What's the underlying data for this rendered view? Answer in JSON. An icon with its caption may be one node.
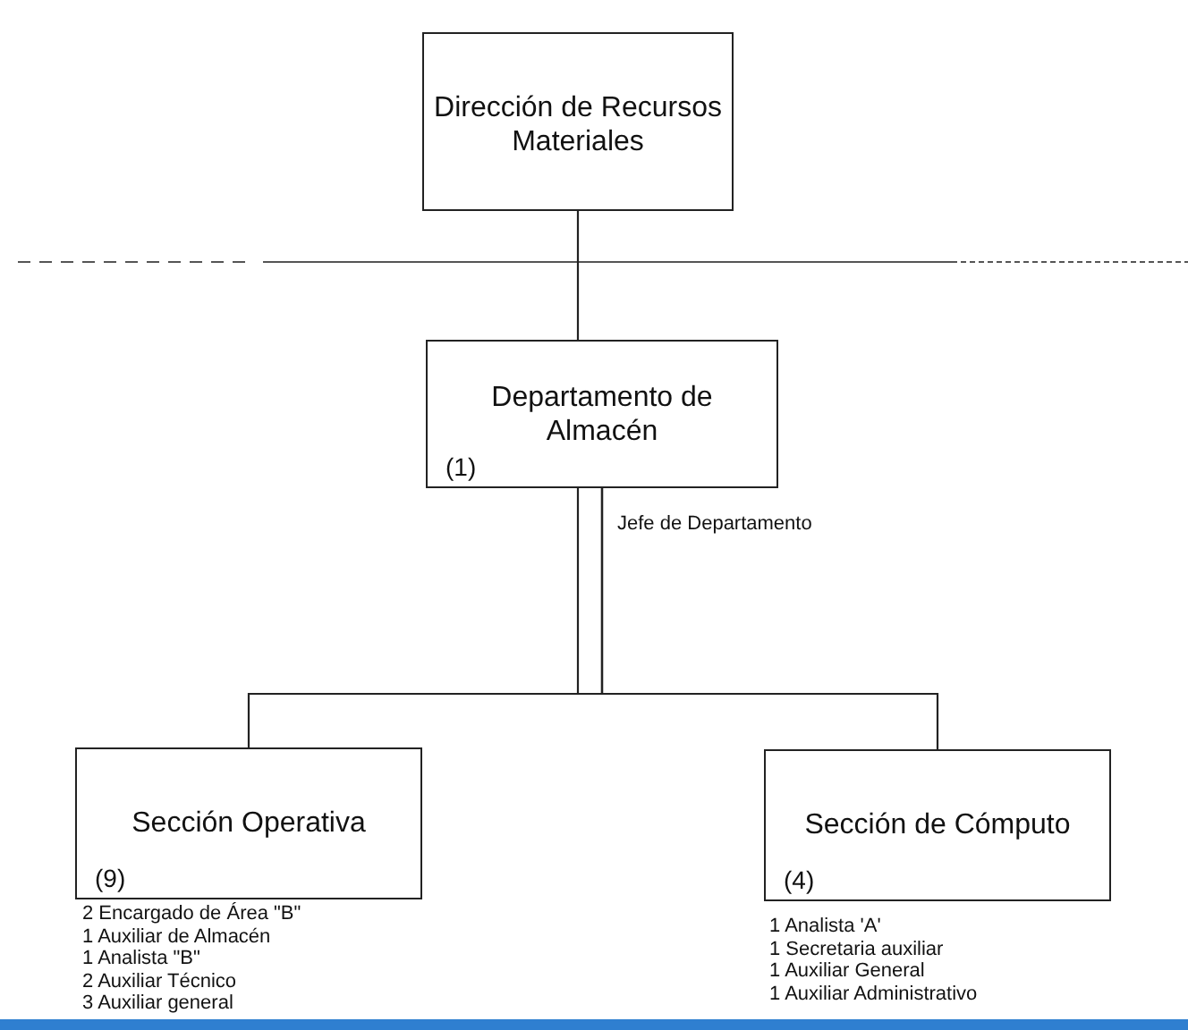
{
  "diagram": {
    "nodes": [
      {
        "text": [
          "Dirección de Recursos Materiales"
        ]
      },
      {
        "text": [
          "Departamento de Almacén",
          "(1)"
        ],
        "beside": [
          "Jefe de Departamento"
        ]
      },
      {
        "text": [
          "Sección Operativa",
          "(9)"
        ],
        "beside": [
          "2 Encargado de Área \"B\"",
          "1 Auxiliar de Almacén",
          "1 Analista \"B\"",
          "2 Auxiliar Técnico",
          "3 Auxiliar general"
        ]
      },
      {
        "text": [
          "Sección de Cómputo",
          "(4)"
        ],
        "beside": [
          "1 Analista 'A'",
          "1 Secretaria auxiliar",
          "1 Auxiliar General",
          "1 Auxiliar Administrativo"
        ]
      }
    ],
    "edges": [
      {
        "from": 0,
        "to": 1,
        "arrow": "none"
      },
      {
        "from": 1,
        "to": 2,
        "arrow": "none"
      },
      {
        "from": 1,
        "to": 3,
        "arrow": "none"
      }
    ]
  }
}
